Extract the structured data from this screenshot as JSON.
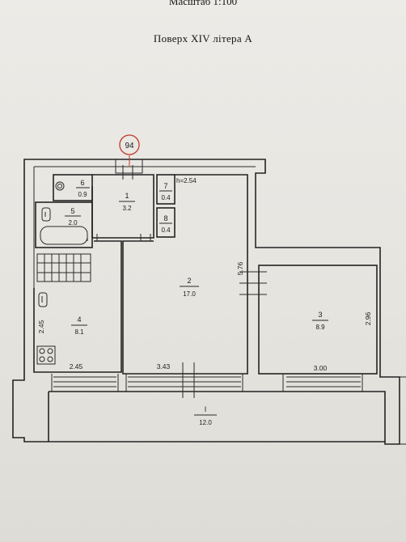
{
  "header": {
    "scale": "Масштаб 1:100",
    "floor": "Поверх  XIV  літера А"
  },
  "stamp": "94",
  "height_label": "h=2.54",
  "rooms": [
    {
      "number": "1",
      "area": "3.2"
    },
    {
      "number": "2",
      "area": "17.0"
    },
    {
      "number": "3",
      "area": "8.9"
    },
    {
      "number": "4",
      "area": "8.1"
    },
    {
      "number": "5",
      "area": "2.0"
    },
    {
      "number": "6",
      "area": "0.9"
    },
    {
      "number": "7",
      "area": "0.4"
    },
    {
      "number": "8",
      "area": "0.4"
    },
    {
      "number": "I",
      "area": "12.0"
    }
  ],
  "dimensions": {
    "kitchen_width": "2.45",
    "kitchen_height": "2.45",
    "room2_width": "3.43",
    "room2_height": "5.76",
    "room3_width": "3.00",
    "room3_height": "2.96"
  }
}
